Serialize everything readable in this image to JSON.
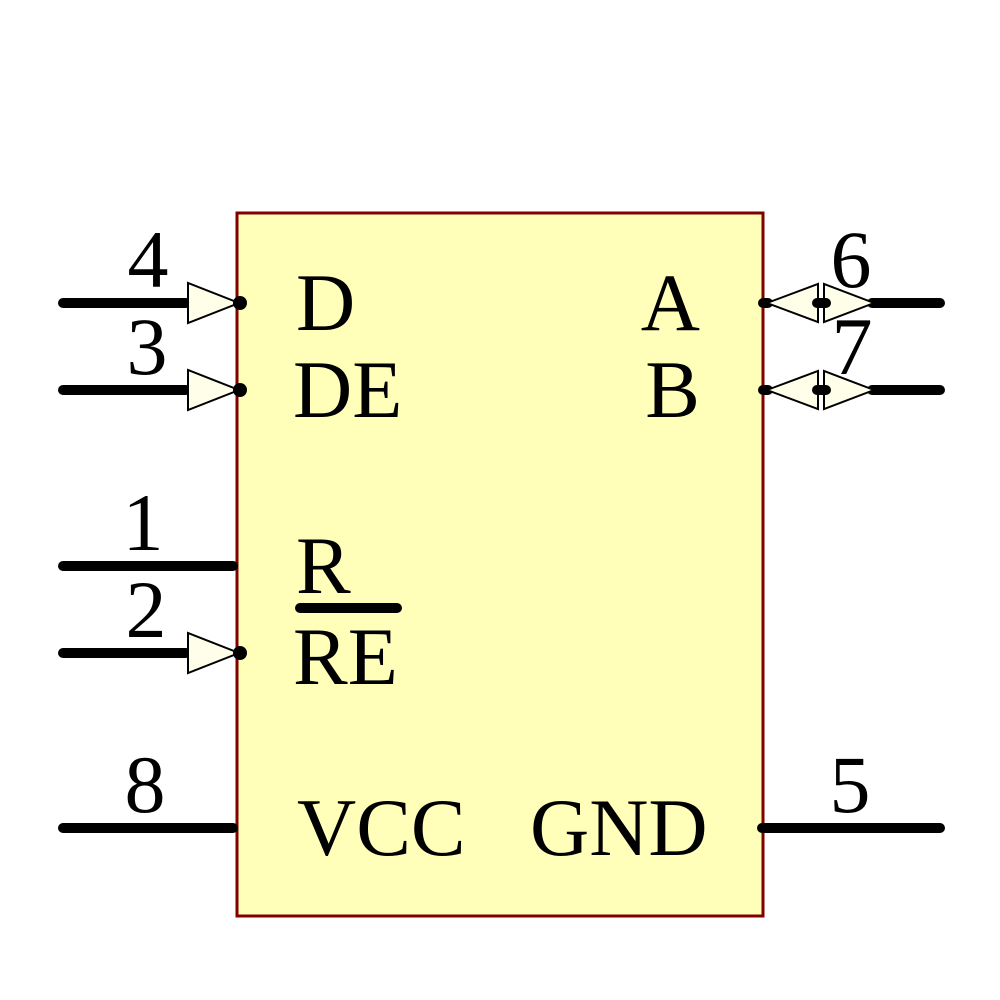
{
  "component": {
    "kind": "schematic-symbol",
    "description": "RS-485 transceiver IC schematic symbol",
    "canvas_bg": "#FFFFFF",
    "body_fill": "#FFFFB9",
    "body_border": "#800000",
    "arrow_fill": "#FFFFE9",
    "wire_color": "#000000"
  },
  "pins": {
    "left": [
      {
        "number": "4",
        "label": "D",
        "overline": false,
        "style": "input-arrow"
      },
      {
        "number": "3",
        "label": "DE",
        "overline": false,
        "style": "input-arrow"
      },
      {
        "number": "1",
        "label": "R",
        "overline": false,
        "style": "plain"
      },
      {
        "number": "2",
        "label": "RE",
        "overline": true,
        "style": "input-arrow"
      },
      {
        "number": "8",
        "label": "VCC",
        "overline": false,
        "style": "plain"
      }
    ],
    "right": [
      {
        "number": "6",
        "label": "A",
        "overline": false,
        "style": "bidirectional-arrow"
      },
      {
        "number": "7",
        "label": "B",
        "overline": false,
        "style": "bidirectional-arrow"
      },
      {
        "number": "5",
        "label": "GND",
        "overline": false,
        "style": "plain"
      }
    ]
  }
}
